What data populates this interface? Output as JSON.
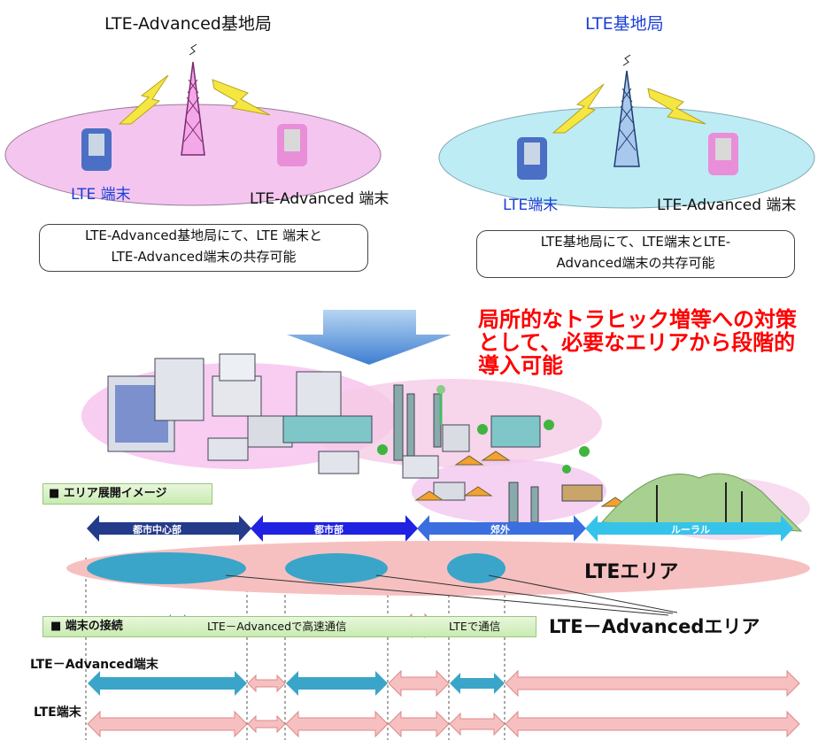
{
  "top_left": {
    "title": "LTE-Advanced基地局",
    "lte_terminal": "LTE 端末",
    "adv_terminal": "LTE-Advanced 端末",
    "caption_line1": "LTE-Advanced基地局にて、LTE 端末と",
    "caption_line2": "LTE-Advanced端末の共存可能"
  },
  "top_right": {
    "title": "LTE基地局",
    "lte_terminal": "LTE端末",
    "adv_terminal": "LTE-Advanced 端末",
    "caption_line1": "LTE基地局にて、LTE端末とLTE-",
    "caption_line2": "Advanced端末の共存可能"
  },
  "note_line1": "局所的なトラヒック増等への対策",
  "note_line2": "として、必要なエリアから段階的",
  "note_line3": "導入可能",
  "area_image_label": "■ エリア展開イメージ",
  "zones": [
    "都市中心部",
    "都市部",
    "郊外",
    "ルーラル"
  ],
  "lte_area_label": "LTEエリア",
  "adv_area_label": "LTE－Advancedエリア",
  "connection": {
    "label": "■ 端末の接続",
    "fast": "LTE－Advancedで高速通信",
    "normal": "LTEで通信"
  },
  "rows": {
    "adv": "LTE－Advanced端末",
    "lte": "LTE端末"
  },
  "colors": {
    "accent_red": "#ff0000",
    "lte_pink": "#f7c0c0",
    "adv_blue": "#3aa5c8",
    "label_blue": "#1a3fd6"
  }
}
